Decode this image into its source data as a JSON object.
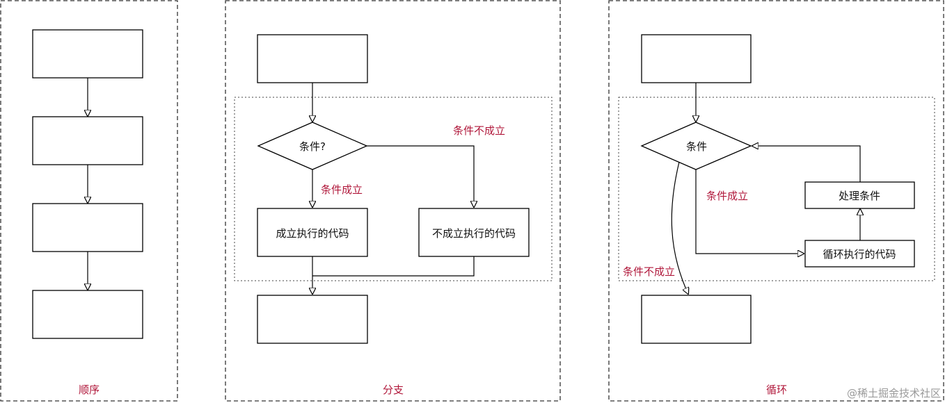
{
  "panels": {
    "sequence": {
      "title": "顺序"
    },
    "branch": {
      "title": "分支",
      "decision": "条件?",
      "yes_label": "条件成立",
      "no_label": "条件不成立",
      "yes_box": "成立执行的代码",
      "no_box": "不成立执行的代码"
    },
    "loop": {
      "title": "循环",
      "decision": "条件",
      "yes_label": "条件成立",
      "no_label": "条件不成立",
      "body_box": "循环执行的代码",
      "update_box": "处理条件"
    }
  },
  "watermark": "@稀土掘金技术社区"
}
